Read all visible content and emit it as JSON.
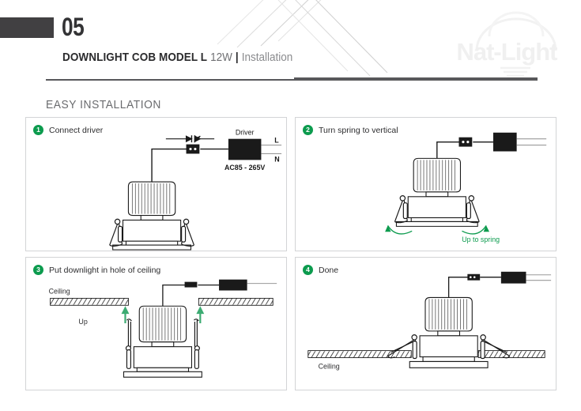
{
  "header": {
    "number": "05",
    "title_bold": "DOWNLIGHT COB MODEL L",
    "title_watt": "12W",
    "title_sep": "|",
    "title_light": "Installation",
    "watermark": "Nat-Light",
    "accent_dark": "#414042"
  },
  "section": {
    "title": "EASY INSTALLATION"
  },
  "colors": {
    "green": "#0c9b4e",
    "line": "#1a1a1a",
    "border": "#d3d4d6"
  },
  "panels": [
    {
      "number": "1",
      "label": "Connect driver",
      "driver_label": "Driver",
      "voltage": "AC85 - 265V",
      "terminal_l": "L",
      "terminal_n": "N"
    },
    {
      "number": "2",
      "label": "Turn spring to vertical",
      "arrow_note": "Up to spring"
    },
    {
      "number": "3",
      "label": "Put downlight in hole of ceiling",
      "ceiling_label": "Ceiling",
      "up_label": "Up"
    },
    {
      "number": "4",
      "label": "Done",
      "ceiling_label": "Ceiling"
    }
  ]
}
